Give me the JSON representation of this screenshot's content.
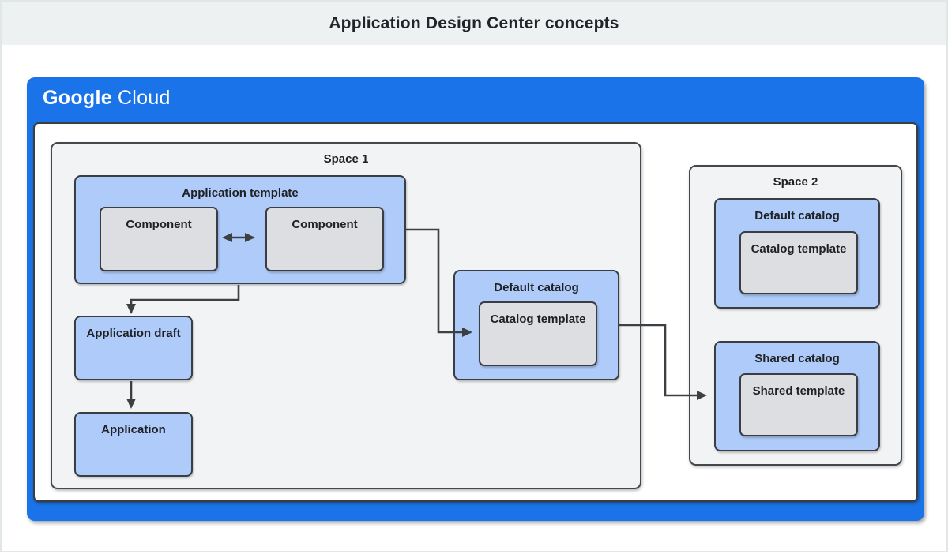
{
  "title": "Application Design Center concepts",
  "brand": {
    "google": "Google",
    "cloud": "Cloud"
  },
  "colors": {
    "frame_blue": "#1a73e8",
    "node_blue": "#aecbfa",
    "node_gray": "#dcdee1",
    "space_bg": "#f1f3f4",
    "banner_bg": "#edf1f2",
    "line": "#3c4043",
    "text": "#202124"
  },
  "spaces": [
    {
      "label": "Space 1"
    },
    {
      "label": "Space 2"
    }
  ],
  "nodes": {
    "application_template": "Application template",
    "component_1": "Component",
    "component_2": "Component",
    "application_draft": "Application draft",
    "application": "Application",
    "default_catalog_1": "Default catalog",
    "catalog_template_1": "Catalog template",
    "default_catalog_2": "Default catalog",
    "catalog_template_2": "Catalog template",
    "shared_catalog": "Shared catalog",
    "shared_template": "Shared template"
  },
  "arrows": [
    {
      "from": "component-1",
      "to": "component-2",
      "type": "bidirectional"
    },
    {
      "from": "application-template",
      "to": "application-draft",
      "type": "directed"
    },
    {
      "from": "application-draft",
      "to": "application",
      "type": "directed"
    },
    {
      "from": "application-template",
      "to": "catalog-template-1",
      "type": "directed"
    },
    {
      "from": "default-catalog-1",
      "to": "shared-catalog",
      "type": "directed"
    }
  ]
}
